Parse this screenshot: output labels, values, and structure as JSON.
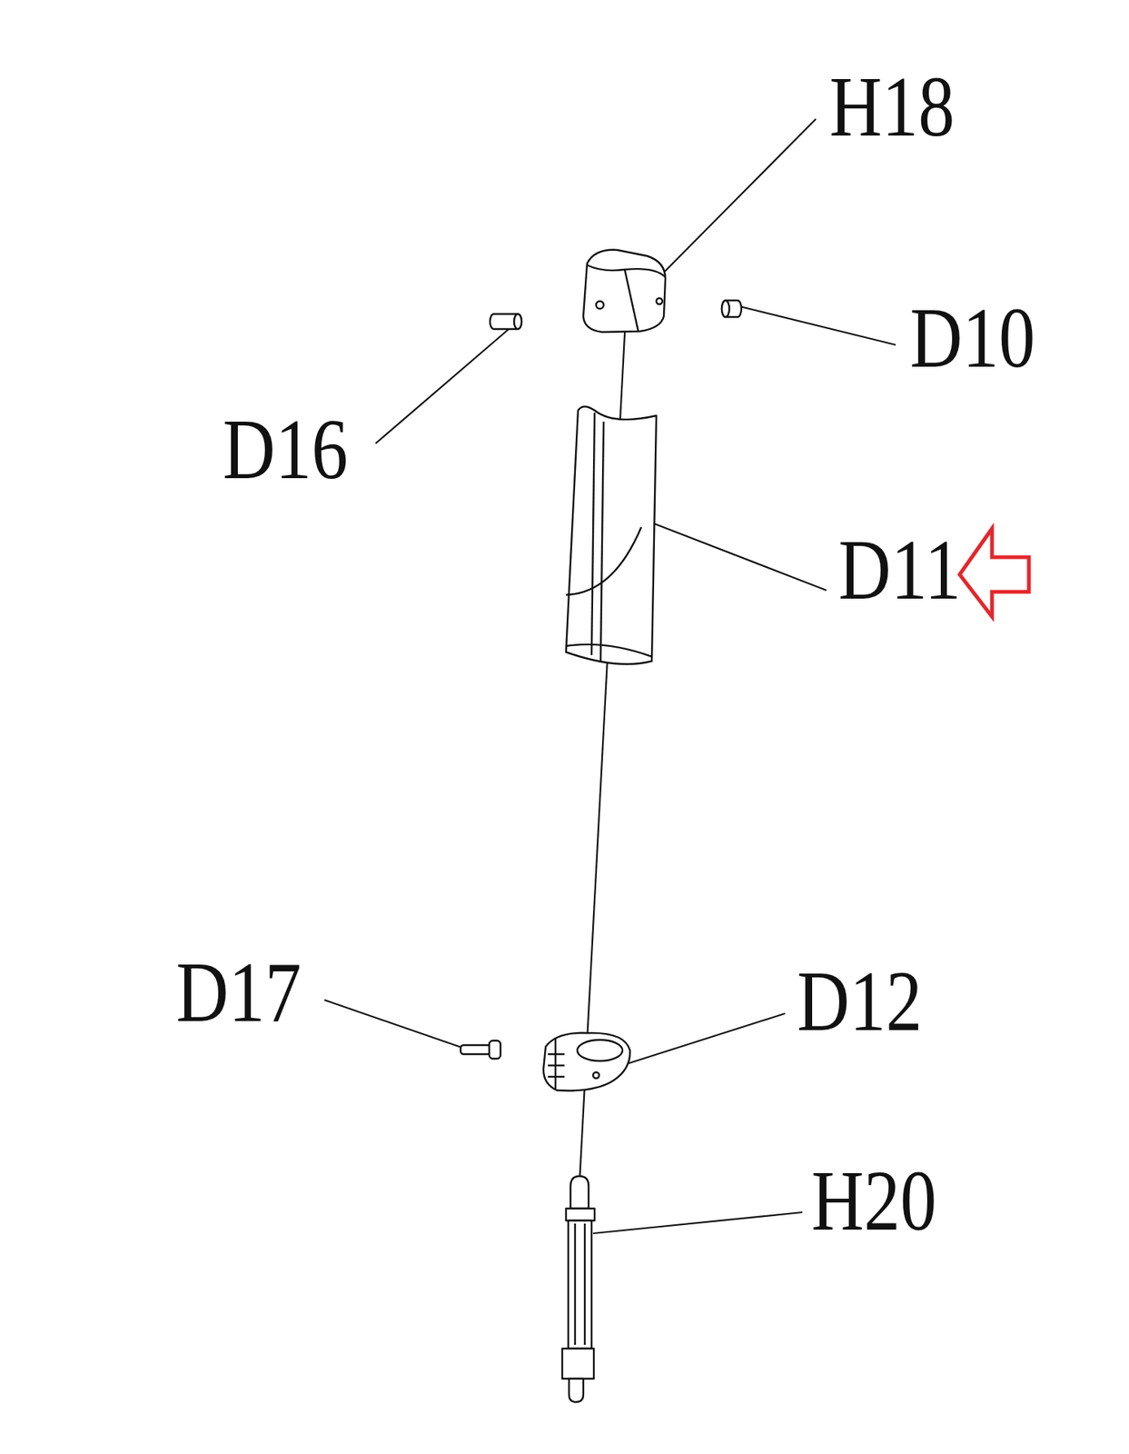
{
  "diagram": {
    "labels": [
      "H18",
      "D10",
      "D16",
      "D11",
      "D17",
      "D12",
      "H20"
    ]
  }
}
